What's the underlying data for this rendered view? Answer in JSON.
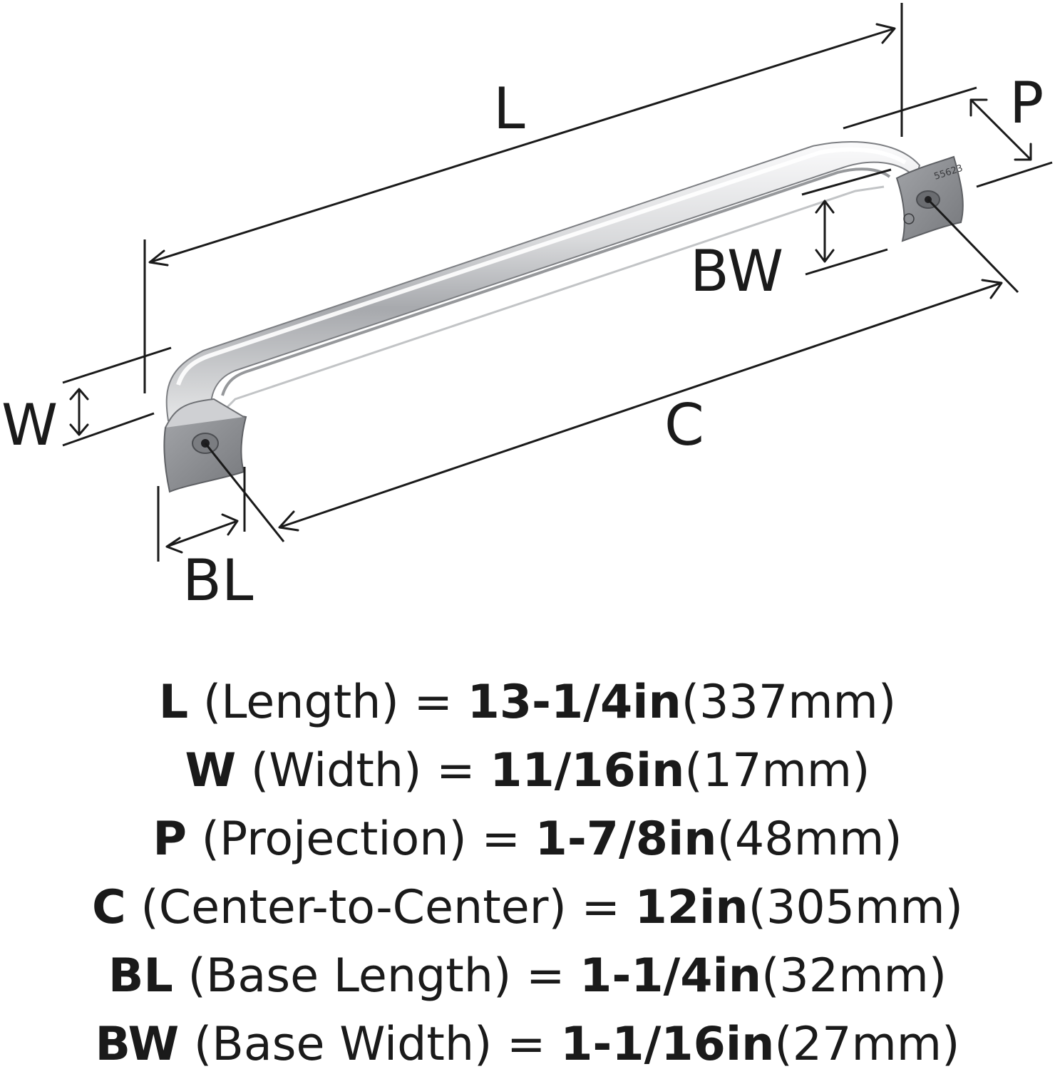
{
  "diagram": {
    "labels": {
      "L": "L",
      "P": "P",
      "BW": "BW",
      "W": "W",
      "C": "C",
      "BL": "BL"
    },
    "engraving": "55623",
    "colors": {
      "ink": "#1a1a1a",
      "chrome_light": "#f2f2f3",
      "chrome_mid": "#b9bbbe",
      "chrome_dark": "#6f7175",
      "base_plate": "#8d8f93"
    }
  },
  "specs": [
    {
      "key": "L",
      "desc": " (Length) = ",
      "imperial": "13-1/4in",
      "metric": "(337mm)"
    },
    {
      "key": "W",
      "desc": " (Width) = ",
      "imperial": "11/16in",
      "metric": "(17mm)"
    },
    {
      "key": "P",
      "desc": " (Projection) = ",
      "imperial": "1-7/8in",
      "metric": "(48mm)"
    },
    {
      "key": "C",
      "desc": " (Center-to-Center) = ",
      "imperial": "12in",
      "metric": "(305mm)"
    },
    {
      "key": "BL",
      "desc": " (Base Length) = ",
      "imperial": "1-1/4in",
      "metric": "(32mm)"
    },
    {
      "key": "BW",
      "desc": " (Base Width) = ",
      "imperial": "1-1/16in",
      "metric": "(27mm)"
    }
  ]
}
